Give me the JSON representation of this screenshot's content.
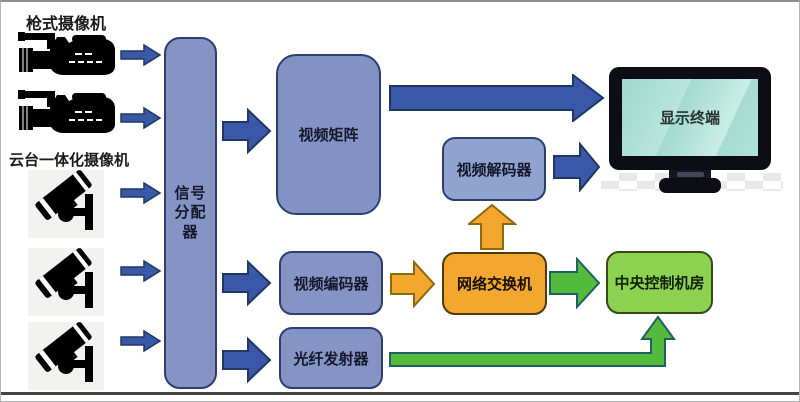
{
  "labels": {
    "gun_camera": "枪式摄像机",
    "ptz_camera": "云台一体化摄像机"
  },
  "nodes": {
    "distributor": "信号分配器",
    "matrix": "视频矩阵",
    "decoder": "视频解码器",
    "encoder": "视频编码器",
    "fiber": "光纤发射器",
    "switch": "网络交换机",
    "control": "中央控制机房",
    "display": "显示终端"
  },
  "colors": {
    "blue_arrow": "#3a57a8",
    "blue_arrow_outline": "#1f3864",
    "blue_box": "#8593c5",
    "blue_box_border": "#2e3f6e",
    "orange": "#f4a72e",
    "green_arrow": "#54bb3d",
    "green_arrow_outline": "#1e6063",
    "green_box": "#8cd150",
    "monitor_screen": "#a8dcd2",
    "camera_icon": "#000000"
  }
}
